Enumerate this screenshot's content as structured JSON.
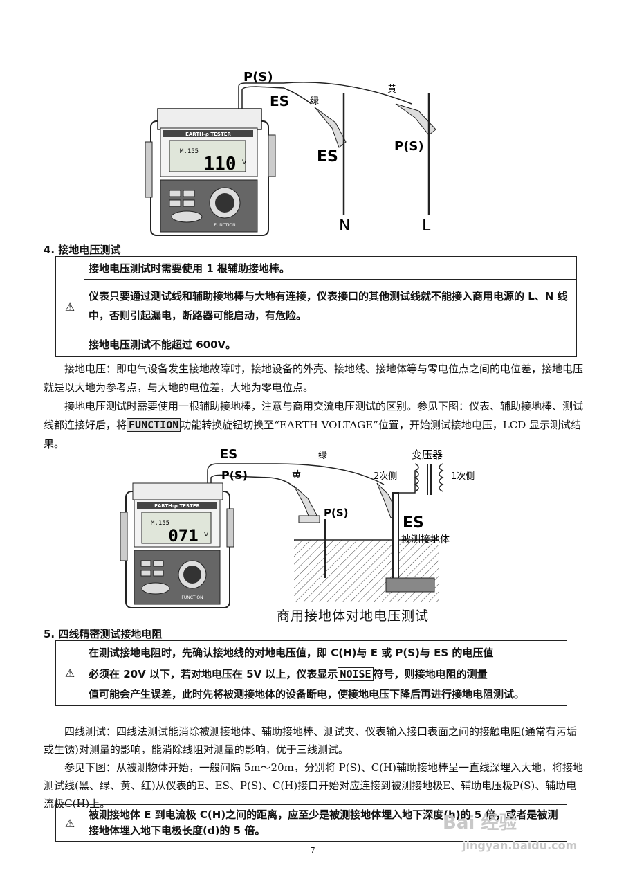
{
  "fig1": {
    "p_s_top": "P(S)",
    "es_top": "ES",
    "green": "绿",
    "yellow": "黄",
    "es_probe": "ES",
    "p_s_probe": "P(S)",
    "n_label": "N",
    "l_label": "L",
    "device_title": "EARTH-ρ TESTER",
    "lcd_small": "M.155",
    "lcd_value": "110",
    "lcd_unit": "V",
    "knob_label": "FUNCTION"
  },
  "section4": {
    "heading": "4. 接地电压测试",
    "warning_icon": "⚠",
    "warnings": [
      "接地电压测试时需要使用 1 根辅助接地棒。",
      "仪表只要通过测试线和辅助接地棒与大地有连接，仪表接口的其他测试线就不能接入商用电源的 L、N 线中，否则引起漏电，断路器可能启动，有危险。",
      "接地电压测试不能超过 600V。"
    ],
    "para1": "接地电压：即电气设备发生接地故障时，接地设备的外壳、接地线、接地体等与零电位点之间的电位差，接地电压就是以大地为参考点，与大地的电位差，大地为零电位点。",
    "para2_before": "接地电压测试时需要使用一根辅助接地棒，注意与商用交流电压测试的区别。参见下图：仪表、辅助接地棒、测试线都连接好后，将",
    "para2_function": "FUNCTION",
    "para2_after": "功能转换旋钮切换至“EARTH VOLTAGE”位置，开始测试接地电压，LCD 显示测试结果。"
  },
  "fig2": {
    "es_top": "ES",
    "green": "绿",
    "transformer": "变压器",
    "p_s_top": "P(S)",
    "yellow": "黄",
    "secondary": "2次侧",
    "primary": "1次侧",
    "p_s_probe": "P(S)",
    "es_probe": "ES",
    "ground_body": "被测接地体",
    "device_title": "EARTH-ρ TESTER",
    "lcd_small": "M.155",
    "lcd_value": "071",
    "lcd_unit": "V",
    "knob_label": "FUNCTION",
    "caption": "商用接地体对地电压测试"
  },
  "section5": {
    "heading": "5. 四线精密测试接地电阻",
    "warning_icon": "⚠",
    "warn_line1": "在测试接地电阻时，先确认接地线的对地电压值，即 C(H)与 E 或 P(S)与 ES 的电压值",
    "warn_line2_before": "必须在 20V 以下，若对地电压在 5V 以上，仪表显示",
    "warn_line2_noise": "NOISE",
    "warn_line2_after": "符号，则接地电阻的测量",
    "warn_line3": "值可能会产生误差，此时先将被测接地体的设备断电，使接地电压下降后再进行接地电阻测试。",
    "para1": "四线测试：四线法测试能消除被测接地体、辅助接地棒、测试夹、仪表输入接口表面之间的接触电阻(通常有污垢或生锈)对测量的影响，能消除线阻对测量的影响，优于三线测试。",
    "para2": "参见下图：从被测物体开始，一般间隔 5m～20m，分别将 P(S)、C(H)辅助接地棒呈一直线深埋入大地，将接地测试线(黑、绿、黄、红)从仪表的E、ES、P(S)、C(H)接口开始对应连接到被测接地极E、辅助电压极P(S)、辅助电流极C(H)上。",
    "warn2": "被测接地体 E 到电流极 C(H)之间的距离，应至少是被测接地体埋入地下深度(h)的 5 倍，或者是被测接地体埋入地下电极长度(d)的 5 倍。"
  },
  "page_number": "7",
  "watermark": {
    "logo": "Bai 经验",
    "url": "jingyan.baidu.com"
  }
}
